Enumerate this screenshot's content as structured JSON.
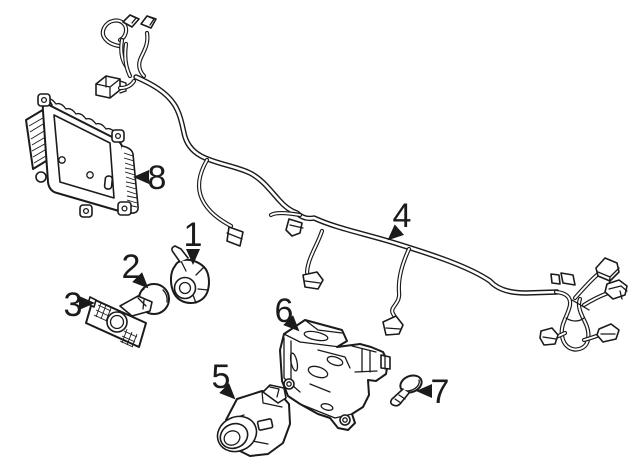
{
  "diagram": {
    "background_color": "#ffffff",
    "line_color": "#1b1b1b",
    "callouts": [
      {
        "number": "1"
      },
      {
        "number": "2"
      },
      {
        "number": "3"
      },
      {
        "number": "4"
      },
      {
        "number": "5"
      },
      {
        "number": "6"
      },
      {
        "number": "7"
      },
      {
        "number": "8"
      }
    ]
  }
}
